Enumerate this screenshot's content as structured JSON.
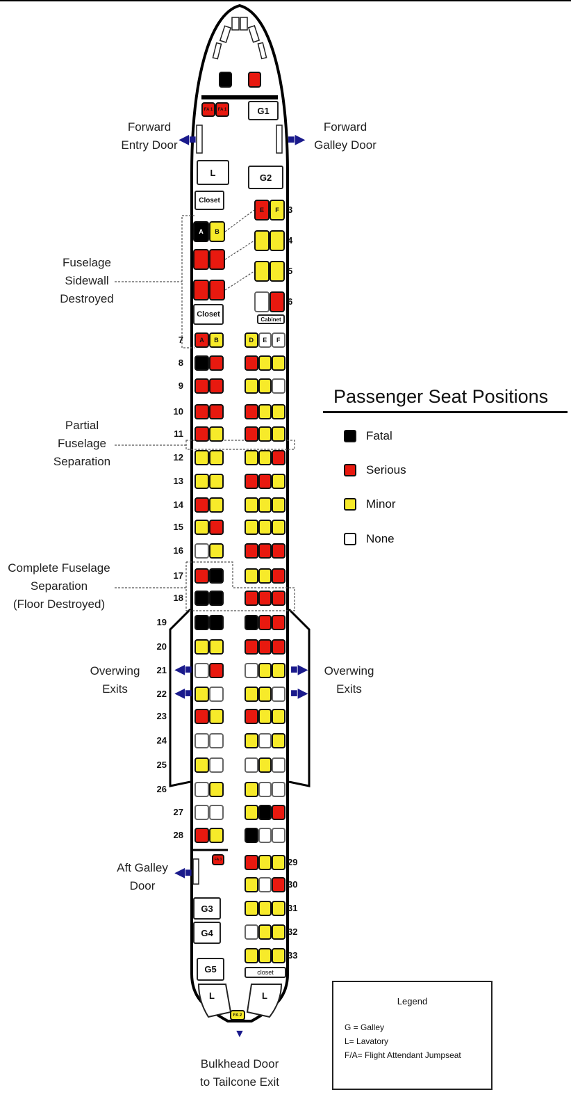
{
  "colors": {
    "Fatal": "#000000",
    "Serious": "#e8190f",
    "Minor": "#f7ea2a",
    "None": "#ffffff",
    "arrow": "#1a1a8c"
  },
  "annotations": {
    "forward_entry_door": [
      "Forward",
      "Entry Door"
    ],
    "forward_galley_door": [
      "Forward",
      "Galley Door"
    ],
    "sidewall": [
      "Fuselage",
      "Sidewall",
      "Destroyed"
    ],
    "partial": [
      "Partial",
      "Fuselage",
      "Separation"
    ],
    "complete": [
      "Complete Fuselage",
      "Separation",
      "(Floor Destroyed)"
    ],
    "overwing_left": [
      "Overwing",
      "Exits"
    ],
    "overwing_right": [
      "Overwing",
      "Exits"
    ],
    "aft_galley_door": [
      "Aft Galley",
      "Door"
    ],
    "bulkhead": [
      "Bulkhead Door",
      "to Tailcone Exit"
    ]
  },
  "compartments": {
    "g1": "G1",
    "g2": "G2",
    "l_fwd": "L",
    "closet1": "Closet",
    "closet2": "Closet",
    "cabinet": "Cabinet",
    "g3": "G3",
    "g4": "G4",
    "g5": "G5",
    "closet_aft": "closet",
    "l_aft_left": "L",
    "l_aft_right": "L"
  },
  "crew_seats": {
    "cockpit": [
      "Fatal",
      "Serious"
    ],
    "fa1": {
      "label": "FA 1",
      "status": "Serious"
    },
    "fa1b": {
      "label": "FA 1",
      "status": "Serious"
    },
    "fa_aft": {
      "label": "FA 3",
      "status": "Serious"
    },
    "fa2": {
      "label": "FA 2",
      "status": "Minor"
    }
  },
  "seat_legend": {
    "title": "Passenger Seat Positions",
    "items": [
      "Fatal",
      "Serious",
      "Minor",
      "None"
    ]
  },
  "legend_box": {
    "title": "Legend",
    "lines": [
      "G = Galley",
      "L= Lavatory",
      "F/A= Flight Attendant Jumpseat"
    ]
  },
  "rows": [
    {
      "row": "3",
      "left": [
        "Fatal",
        "Minor"
      ],
      "left_letters": [
        "A",
        "B"
      ],
      "right": [
        "Serious",
        "Minor"
      ],
      "right_letters": [
        "E",
        "F"
      ]
    },
    {
      "row": "4",
      "left": [
        "Serious",
        "Serious"
      ],
      "right": [
        "Minor",
        "Minor"
      ]
    },
    {
      "row": "5",
      "left": [
        "Serious",
        "Serious"
      ],
      "right": [
        "Minor",
        "Minor"
      ]
    },
    {
      "row": "6",
      "left": [],
      "right": [
        "None",
        "Serious"
      ]
    },
    {
      "row": "7",
      "left": [
        "Serious",
        "Minor"
      ],
      "left_letters": [
        "A",
        "B"
      ],
      "right": [
        "Minor",
        "None",
        "None"
      ],
      "right_letters": [
        "D",
        "E",
        "F"
      ]
    },
    {
      "row": "8",
      "left": [
        "Fatal",
        "Serious"
      ],
      "right": [
        "Serious",
        "Minor",
        "Minor"
      ]
    },
    {
      "row": "9",
      "left": [
        "Serious",
        "Serious"
      ],
      "right": [
        "Minor",
        "Minor",
        "None"
      ]
    },
    {
      "row": "10",
      "left": [
        "Serious",
        "Serious"
      ],
      "right": [
        "Serious",
        "Minor",
        "Minor"
      ]
    },
    {
      "row": "11",
      "left": [
        "Serious",
        "Minor"
      ],
      "right": [
        "Serious",
        "Minor",
        "Minor"
      ]
    },
    {
      "row": "12",
      "left": [
        "Minor",
        "Minor"
      ],
      "right": [
        "Minor",
        "Minor",
        "Serious"
      ]
    },
    {
      "row": "13",
      "left": [
        "Minor",
        "Minor"
      ],
      "right": [
        "Serious",
        "Serious",
        "Minor"
      ]
    },
    {
      "row": "14",
      "left": [
        "Serious",
        "Minor"
      ],
      "right": [
        "Minor",
        "Minor",
        "Minor"
      ]
    },
    {
      "row": "15",
      "left": [
        "Minor",
        "Serious"
      ],
      "right": [
        "Minor",
        "Minor",
        "Minor"
      ]
    },
    {
      "row": "16",
      "left": [
        "None",
        "Minor"
      ],
      "right": [
        "Serious",
        "Serious",
        "Serious"
      ]
    },
    {
      "row": "17",
      "left": [
        "Serious",
        "Fatal"
      ],
      "right": [
        "Minor",
        "Minor",
        "Serious"
      ]
    },
    {
      "row": "18",
      "left": [
        "Fatal",
        "Fatal"
      ],
      "right": [
        "Serious",
        "Serious",
        "Serious"
      ]
    },
    {
      "row": "19",
      "left": [
        "Fatal",
        "Fatal"
      ],
      "right": [
        "Fatal",
        "Serious",
        "Serious"
      ]
    },
    {
      "row": "20",
      "left": [
        "Minor",
        "Minor"
      ],
      "right": [
        "Serious",
        "Serious",
        "Serious"
      ]
    },
    {
      "row": "21",
      "left": [
        "None",
        "Serious"
      ],
      "right": [
        "None",
        "Minor",
        "Minor"
      ]
    },
    {
      "row": "22",
      "left": [
        "Minor",
        "None"
      ],
      "right": [
        "Minor",
        "Minor",
        "None"
      ]
    },
    {
      "row": "23",
      "left": [
        "Serious",
        "Minor"
      ],
      "right": [
        "Serious",
        "Minor",
        "Minor"
      ]
    },
    {
      "row": "24",
      "left": [
        "None",
        "None"
      ],
      "right": [
        "Minor",
        "None",
        "Minor"
      ]
    },
    {
      "row": "25",
      "left": [
        "Minor",
        "None"
      ],
      "right": [
        "None",
        "Minor",
        "None"
      ]
    },
    {
      "row": "26",
      "left": [
        "None",
        "Minor"
      ],
      "right": [
        "Minor",
        "None",
        "None"
      ]
    },
    {
      "row": "27",
      "left": [
        "None",
        "None"
      ],
      "right": [
        "Minor",
        "Fatal",
        "Serious"
      ]
    },
    {
      "row": "28",
      "left": [
        "Serious",
        "Minor"
      ],
      "right": [
        "Fatal",
        "None",
        "None"
      ]
    },
    {
      "row": "29",
      "left": [],
      "right": [
        "Serious",
        "Minor",
        "Minor"
      ]
    },
    {
      "row": "30",
      "left": [],
      "right": [
        "Minor",
        "None",
        "Serious"
      ]
    },
    {
      "row": "31",
      "left": [],
      "right": [
        "Minor",
        "Minor",
        "Minor"
      ]
    },
    {
      "row": "32",
      "left": [],
      "right": [
        "None",
        "Minor",
        "Minor"
      ]
    },
    {
      "row": "33",
      "left": [],
      "right": [
        "Minor",
        "Minor",
        "Minor"
      ]
    }
  ]
}
